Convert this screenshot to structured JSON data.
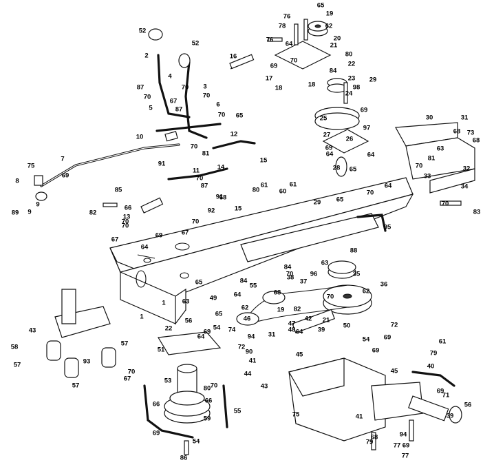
{
  "diagram": {
    "callouts": [
      "65",
      "19",
      "62",
      "52",
      "76",
      "78",
      "20",
      "52",
      "2",
      "64",
      "21",
      "76",
      "80",
      "16",
      "70",
      "22",
      "69",
      "84",
      "23",
      "17",
      "18",
      "18",
      "29",
      "98",
      "4",
      "87",
      "70",
      "3",
      "24",
      "70",
      "67",
      "6",
      "70",
      "69",
      "5",
      "87",
      "65",
      "25",
      "70",
      "97",
      "26",
      "27",
      "31",
      "30",
      "73",
      "68",
      "68",
      "10",
      "12",
      "69",
      "64",
      "64",
      "81",
      "70",
      "63",
      "81",
      "9",
      "7",
      "91",
      "11",
      "14",
      "15",
      "28",
      "75",
      "65",
      "70",
      "32",
      "69",
      "70",
      "61",
      "87",
      "64",
      "33",
      "8",
      "80",
      "60",
      "85",
      "34",
      "70",
      "61",
      "91",
      "68",
      "65",
      "70",
      "29",
      "1",
      "89",
      "9",
      "82",
      "66",
      "13",
      "15",
      "92",
      "70",
      "83",
      "95",
      "70",
      "70",
      "67",
      "69",
      "67",
      "64",
      "88",
      "84",
      "63",
      "96",
      "35",
      "84",
      "65",
      "70",
      "38",
      "55",
      "70",
      "68",
      "37",
      "36",
      "62",
      "19",
      "64",
      "63",
      "49",
      "1",
      "62",
      "82",
      "21",
      "56",
      "65",
      "42",
      "46",
      "39",
      "74",
      "64",
      "94",
      "48",
      "50",
      "72",
      "54",
      "64",
      "69",
      "90",
      "47",
      "22",
      "54",
      "57",
      "58",
      "43",
      "31",
      "41",
      "45",
      "72",
      "44",
      "69",
      "51",
      "61",
      "69",
      "40",
      "57",
      "93",
      "67",
      "79",
      "70",
      "53",
      "43",
      "69",
      "80",
      "57",
      "70",
      "66",
      "45",
      "75",
      "59",
      "66",
      "55",
      "41",
      "69",
      "54",
      "56",
      "71",
      "39",
      "94",
      "77",
      "68",
      "79",
      "69",
      "86",
      "77"
    ]
  }
}
